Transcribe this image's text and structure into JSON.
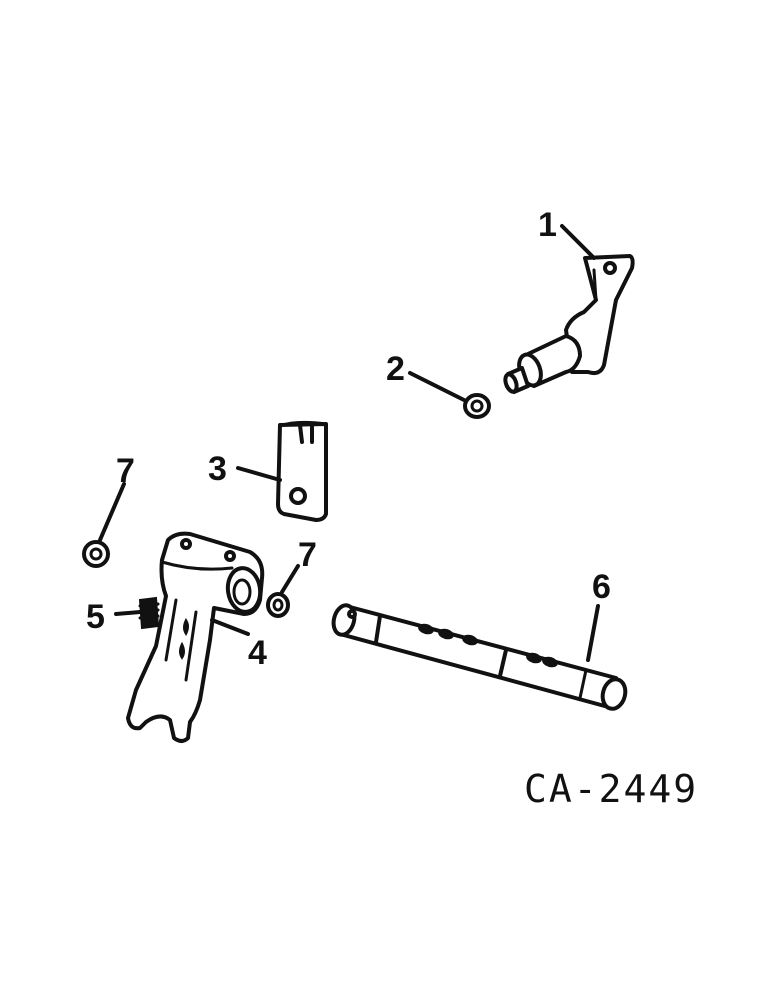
{
  "diagram": {
    "drawing_code": "CA-2449",
    "callouts": [
      {
        "id": "c1",
        "label": "1"
      },
      {
        "id": "c2",
        "label": "2"
      },
      {
        "id": "c3",
        "label": "3"
      },
      {
        "id": "c4",
        "label": "4"
      },
      {
        "id": "c5",
        "label": "5"
      },
      {
        "id": "c6",
        "label": "6"
      },
      {
        "id": "c7a",
        "label": "7"
      },
      {
        "id": "c7b",
        "label": "7"
      }
    ]
  }
}
